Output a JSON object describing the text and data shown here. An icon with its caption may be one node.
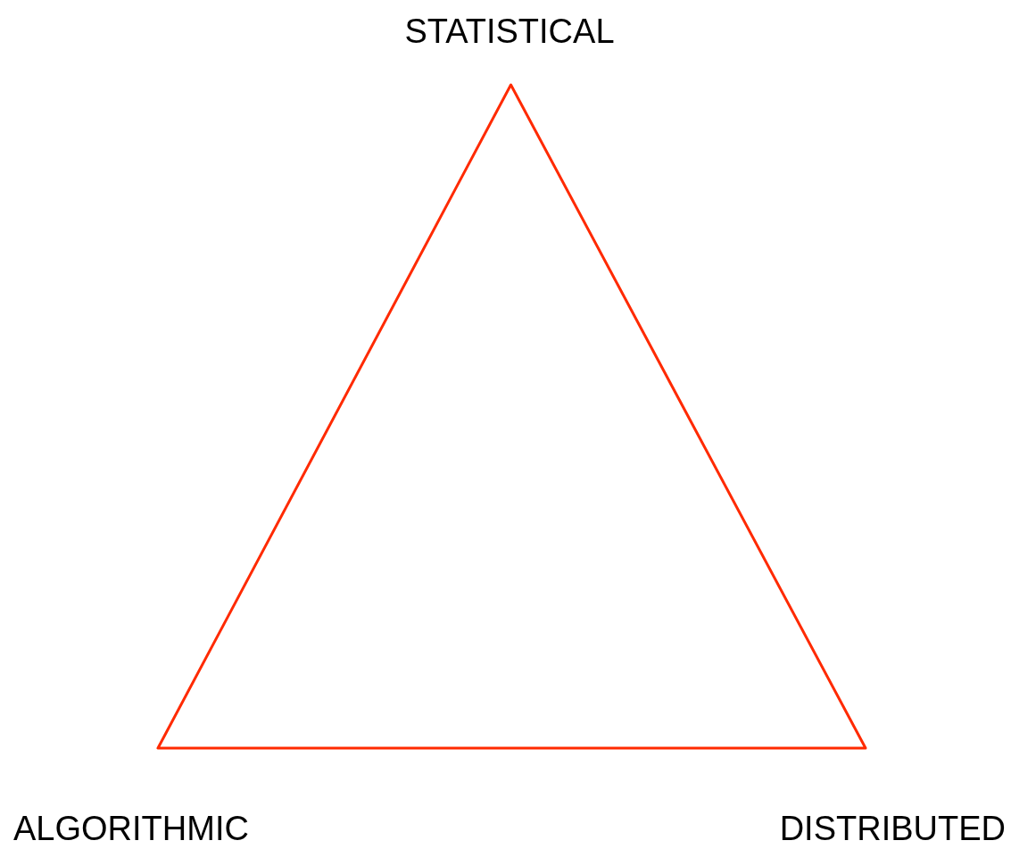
{
  "diagram": {
    "nodes": [
      {
        "text": [],
        "shape": "triangle",
        "beside": [
          "STATISTICAL",
          "ALGORITHMIC",
          "DISTRIBUTED"
        ]
      }
    ]
  }
}
